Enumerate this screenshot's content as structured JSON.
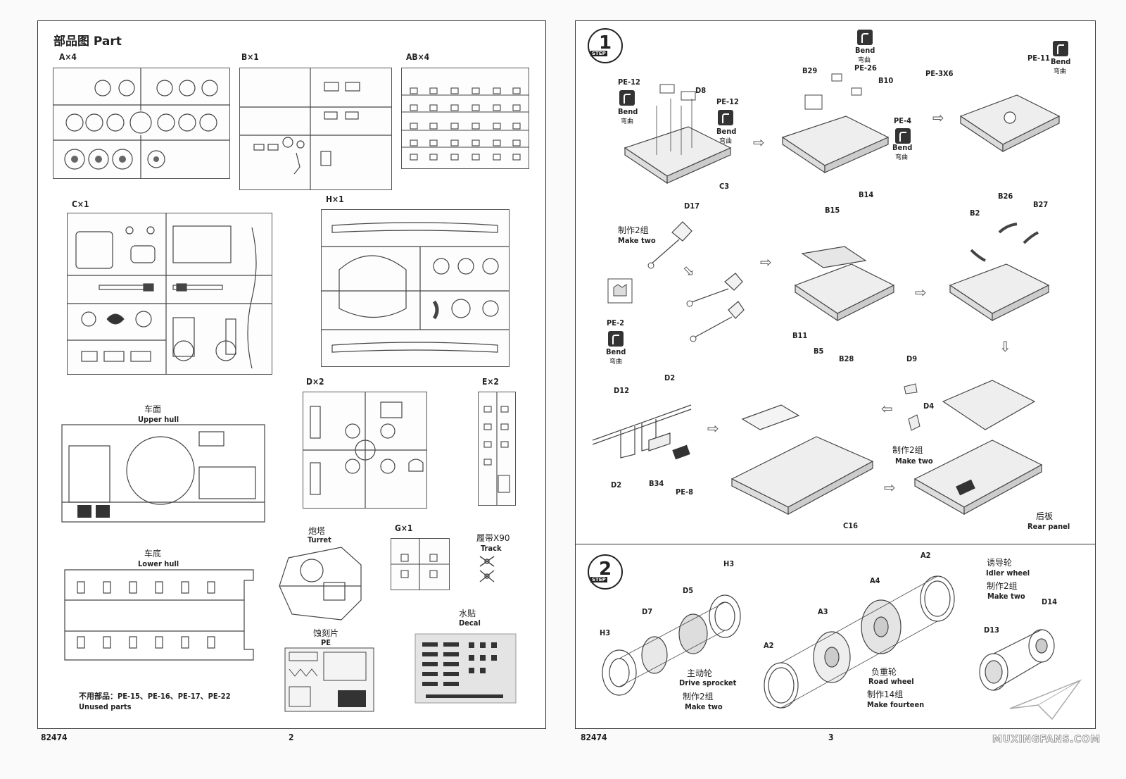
{
  "left_page": {
    "title": "部品图 Part",
    "page_number": "2",
    "product_code": "82474",
    "sprues": [
      {
        "key": "A",
        "label": "A×4"
      },
      {
        "key": "B",
        "label": "B×1"
      },
      {
        "key": "AB",
        "label": "AB×4"
      },
      {
        "key": "C",
        "label": "C×1"
      },
      {
        "key": "H",
        "label": "H×1"
      },
      {
        "key": "D",
        "label": "D×2"
      },
      {
        "key": "E",
        "label": "E×2"
      },
      {
        "key": "G",
        "label": "G×1"
      }
    ],
    "upper_hull": {
      "cn": "车面",
      "en": "Upper hull"
    },
    "lower_hull": {
      "cn": "车底",
      "en": "Lower hull"
    },
    "turret": {
      "cn": "炮塔",
      "en": "Turret"
    },
    "track": {
      "cn": "履带X90",
      "en": "Track"
    },
    "pe": {
      "cn": "蚀刻片",
      "en": "PE"
    },
    "decal": {
      "cn": "水贴",
      "en": "Decal"
    },
    "unused": {
      "cn": "不用部品：PE-15、PE-16、PE-17、PE-22",
      "en": "Unused parts"
    }
  },
  "right_page": {
    "page_number": "3",
    "product_code": "82474",
    "step_label": "STEP",
    "bend": {
      "en": "Bend",
      "cn": "弯曲"
    },
    "step1": {
      "number": "1",
      "labels": [
        "PE-12",
        "D8",
        "PE-12",
        "C3",
        "B29",
        "PE-26",
        "B10",
        "PE-4",
        "PE-3X6",
        "PE-11",
        "D17",
        "PE-2",
        "B15",
        "B14",
        "B2",
        "B26",
        "B27",
        "D2",
        "D12",
        "D2",
        "B34",
        "PE-8",
        "B11",
        "B5",
        "B28",
        "C16",
        "D9",
        "D4"
      ],
      "make_two_cn": "制作2组",
      "make_two_en": "Make two",
      "rear_panel": {
        "cn": "后板",
        "en": "Rear panel"
      }
    },
    "step2": {
      "number": "2",
      "labels": [
        "H3",
        "D5",
        "D7",
        "H3",
        "A3",
        "A4",
        "A2",
        "A2",
        "D13",
        "D14"
      ],
      "drive_sprocket": {
        "cn": "主动轮",
        "en": "Drive sprocket",
        "make_cn": "制作2组",
        "make_en": "Make two"
      },
      "road_wheel": {
        "cn": "负重轮",
        "en": "Road wheel",
        "make_cn": "制作14组",
        "make_en": "Make fourteen"
      },
      "idler_wheel": {
        "cn": "诱导轮",
        "en": "Idler wheel",
        "make_cn": "制作2组",
        "make_en": "Make two"
      }
    }
  },
  "watermark": "MUXINGFANS.COM"
}
